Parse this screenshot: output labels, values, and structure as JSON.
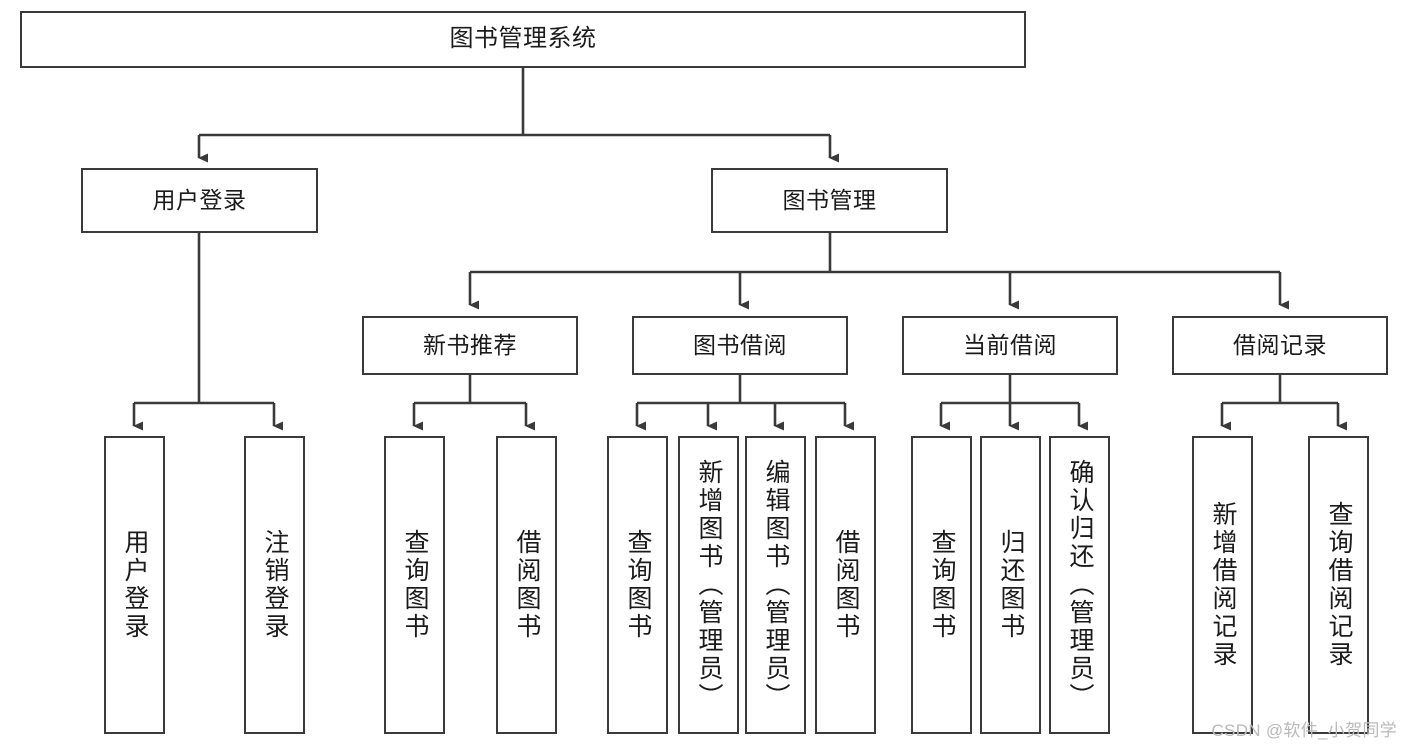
{
  "diagram": {
    "title": "图书管理系统",
    "watermark": "CSDN @软件_小贺同学",
    "root": {
      "label": "图书管理系统"
    },
    "level1": [
      {
        "label": "用户登录"
      },
      {
        "label": "图书管理"
      }
    ],
    "level2": [
      {
        "label": "新书推荐"
      },
      {
        "label": "图书借阅"
      },
      {
        "label": "当前借阅"
      },
      {
        "label": "借阅记录"
      }
    ],
    "leaves": {
      "user_login": [
        {
          "label": "用户登录"
        },
        {
          "label": "注销登录"
        }
      ],
      "new_book": [
        {
          "label": "查询图书"
        },
        {
          "label": "借阅图书"
        }
      ],
      "book_borrow": [
        {
          "label": "查询图书"
        },
        {
          "label": "新增图书（管理员）"
        },
        {
          "label": "编辑图书（管理员）"
        },
        {
          "label": "借阅图书"
        }
      ],
      "current_borrow": [
        {
          "label": "查询图书"
        },
        {
          "label": "归还图书"
        },
        {
          "label": "确认归还（管理员）"
        }
      ],
      "borrow_record": [
        {
          "label": "新增借阅记录"
        },
        {
          "label": "查询借阅记录"
        }
      ]
    },
    "colors": {
      "stroke": "#3a3a3a",
      "fill": "#ffffff",
      "text": "#1b1b1b",
      "watermark": "#b9b9b9"
    }
  }
}
